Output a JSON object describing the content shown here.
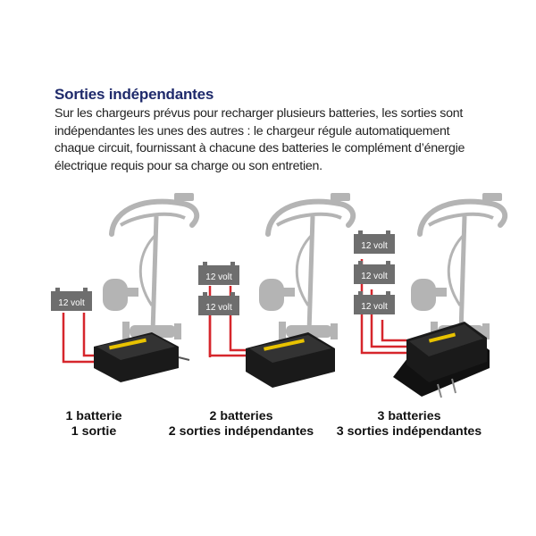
{
  "heading": "Sorties indépendantes",
  "description_lines": [
    "Sur les chargeurs prévus pour recharger plusieurs batteries, les sorties sont",
    "indépendantes les unes des autres : le chargeur régule automatiquement",
    "chaque circuit, fournissant à chacune des batteries le complément d’énergie",
    "électrique requis pour sa charge ou son entretien."
  ],
  "battery_label": "12 volt",
  "configs": [
    {
      "line1": "1 batterie",
      "line2": "1 sortie"
    },
    {
      "line1": "2 batteries",
      "line2": "2 sorties indépendantes"
    },
    {
      "line1": "3 batteries",
      "line2": "3 sorties indépendantes"
    }
  ],
  "colors": {
    "heading": "#1f2a6b",
    "battery": "#6e6e6e",
    "wire": "#d6262c",
    "motor": "#b4b4b4",
    "charger": "#1a1a1a"
  }
}
